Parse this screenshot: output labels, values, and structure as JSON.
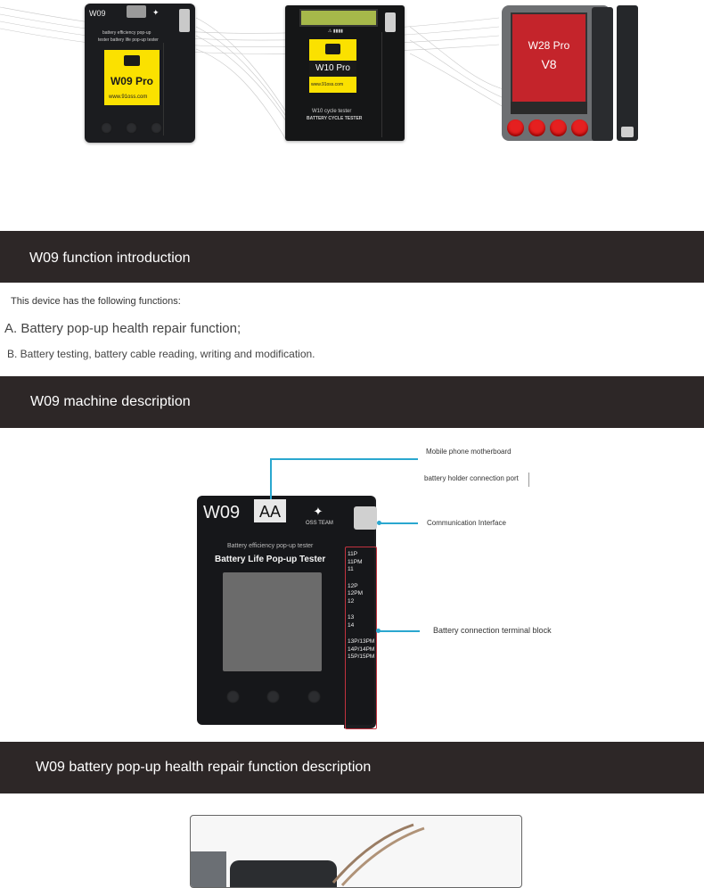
{
  "products": [
    {
      "model": "W09",
      "screen_label": "W09 Pro",
      "line1": "battery efficiency pop-up",
      "line2": "tester battery life pop-up tester",
      "url": "www.91oss.com"
    },
    {
      "screen_label": "W10 Pro",
      "caption1": "W10 cycle tester",
      "caption2": "BATTERY CYCLE TESTER",
      "url": "www.91oss.com"
    },
    {
      "screen_label_1": "W28 Pro",
      "screen_label_2": "V8"
    }
  ],
  "sections": {
    "intro": {
      "title": "W09 function introduction",
      "lead": "This device has the following functions:",
      "items": [
        "A. Battery pop-up health repair function;",
        "B. Battery testing, battery cable reading, writing and modification."
      ]
    },
    "machine": {
      "title": "W09 machine description",
      "device_model": "W09",
      "device_slot": "AA",
      "brand": "OSS TEAM",
      "label_small": "Battery efficiency pop-up tester",
      "label_big": "Battery Life Pop-up Tester",
      "annotations": {
        "motherboard": "Mobile phone motherboard",
        "holder": "battery holder connection port",
        "comm": "Communication Interface",
        "terminal": "Battery connection terminal block"
      },
      "terminal_labels": [
        "11P",
        "11PM",
        "11",
        "12P",
        "12PM",
        "12",
        "13",
        "14",
        "13P/13PM",
        "14P/14PM",
        "15P/15PM"
      ]
    },
    "repair": {
      "title": "W09 battery pop-up health repair function description"
    }
  },
  "colors": {
    "section_bg": "#2d2727",
    "annotation_line": "#2aa7cf",
    "terminal_box": "#c2323f",
    "screen_yellow": "#fbe100"
  }
}
